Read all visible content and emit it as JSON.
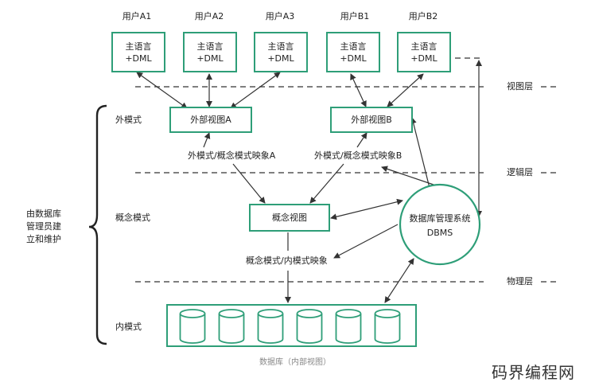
{
  "users": [
    {
      "name": "用户A1",
      "line1": "主语言",
      "line2": "+DML"
    },
    {
      "name": "用户A2",
      "line1": "主语言",
      "line2": "+DML"
    },
    {
      "name": "用户A3",
      "line1": "主语言",
      "line2": "+DML"
    },
    {
      "name": "用户B1",
      "line1": "主语言",
      "line2": "+DML"
    },
    {
      "name": "用户B2",
      "line1": "主语言",
      "line2": "+DML"
    }
  ],
  "layers": {
    "view": "视图层",
    "logic": "逻辑层",
    "physical": "物理层"
  },
  "levels": {
    "external": "外模式",
    "conceptual": "概念模式",
    "internal": "内模式"
  },
  "dba": [
    "由数据库",
    "管理员建",
    "立和维护"
  ],
  "views": {
    "a": "外部视图A",
    "b": "外部视图B",
    "concept": "概念视图"
  },
  "mappings": {
    "a": "外模式/概念模式映象A",
    "b": "外模式/概念模式映象B",
    "internal": "概念模式/内模式映象"
  },
  "dbms": {
    "line1": "数据库管理系统",
    "line2": "DBMS"
  },
  "storage": {
    "caption": "数据库（内部视图）",
    "cylinder_count": 6
  },
  "watermark": "码界编程网",
  "colors": {
    "accent": "#2e9e78",
    "line": "#333333"
  }
}
